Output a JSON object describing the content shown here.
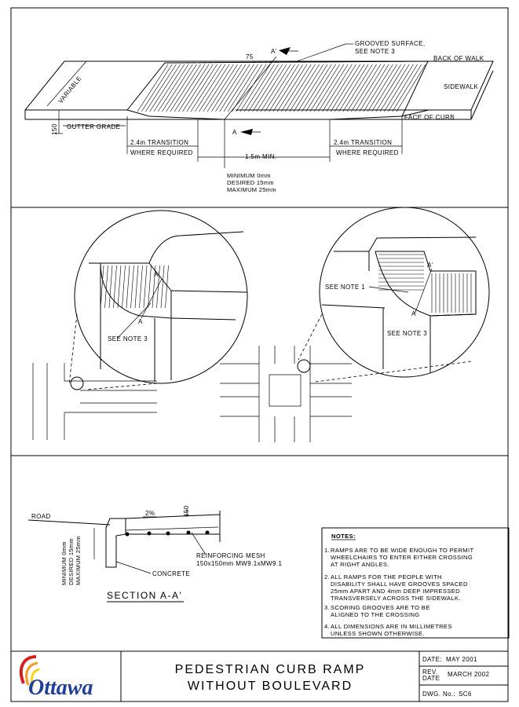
{
  "plan_view": {
    "grooved_surface_note": [
      "GROOVED SURFACE,",
      "SEE NOTE 3"
    ],
    "back_of_walk": "BACK OF WALK",
    "sidewalk": "SIDEWALK",
    "face_of_curb": "FACE OF CURB",
    "variable": "VARIABLE",
    "dim_75": "75",
    "dim_150": "150",
    "gutter_grade": "GUTTER GRADE",
    "section_a": "A",
    "section_a_prime": "A'",
    "transition_left": [
      "2.4m  TRANSITION",
      "WHERE REQUIRED"
    ],
    "transition_right": [
      "2.4m  TRANSITION",
      "WHERE REQUIRED"
    ],
    "min_width": "1.5m  MIN.",
    "lip_depths": [
      "MINIMUM  0mm",
      "DESIRED  15mm",
      "MAXIMUM  25mm"
    ]
  },
  "detail_view": {
    "see_note_3": "SEE NOTE 3",
    "see_note_1": "SEE NOTE 1",
    "label_a": "A",
    "label_a_prime": "A'"
  },
  "section_view": {
    "road": "ROAD",
    "slope": "2%",
    "dim_150": "150",
    "lip_depths": [
      "MINIMUM  0mm",
      "DESIRED  15mm",
      "MAXIMUM  25mm"
    ],
    "reinforcing_mesh": [
      "REINFORCING MESH",
      "150x150mm  MW9.1xMW9.1"
    ],
    "concrete": "CONCRETE",
    "title": "SECTION  A-A'"
  },
  "notes": {
    "heading": "NOTES:",
    "items": [
      {
        "num": "1.",
        "lines": [
          "RAMPS ARE TO BE WIDE ENOUGH TO PERMIT",
          "WHEELCHAIRS TO ENTER EITHER CROSSING",
          "AT RIGHT ANGLES."
        ]
      },
      {
        "num": "2.",
        "lines": [
          "ALL RAMPS FOR THE PEOPLE WITH",
          "DISABILITY SHALL HAVE GROOVES SPACED",
          "25mm  APART AND  4mm  DEEP IMPRESSED",
          "TRANSVERSELY ACROSS THE SIDEWALK."
        ]
      },
      {
        "num": "3.",
        "lines": [
          "SCORING GROOVES ARE TO BE",
          "ALIGNED TO THE CROSSING"
        ]
      },
      {
        "num": "4.",
        "lines": [
          "ALL DIMENSIONS ARE IN MILLIMETRES",
          "UNLESS SHOWN OTHERWISE."
        ]
      }
    ]
  },
  "title_block": {
    "logo_text": "Ottawa",
    "title_lines": [
      "PEDESTRIAN  CURB  RAMP",
      "WITHOUT  BOULEVARD"
    ],
    "date_label": "DATE:",
    "date_value": "MAY  2001",
    "rev_label": "REV.",
    "rev_date_label": "DATE",
    "rev_value": "MARCH  2002",
    "dwg_label": "DWG. No.:",
    "dwg_value": "SC6"
  },
  "colors": {
    "ink": "#000000",
    "logo_blue": "#1f3f9a",
    "logo_red": "#d62020",
    "logo_orange": "#f29a1c",
    "logo_yellow": "#f7d417"
  }
}
